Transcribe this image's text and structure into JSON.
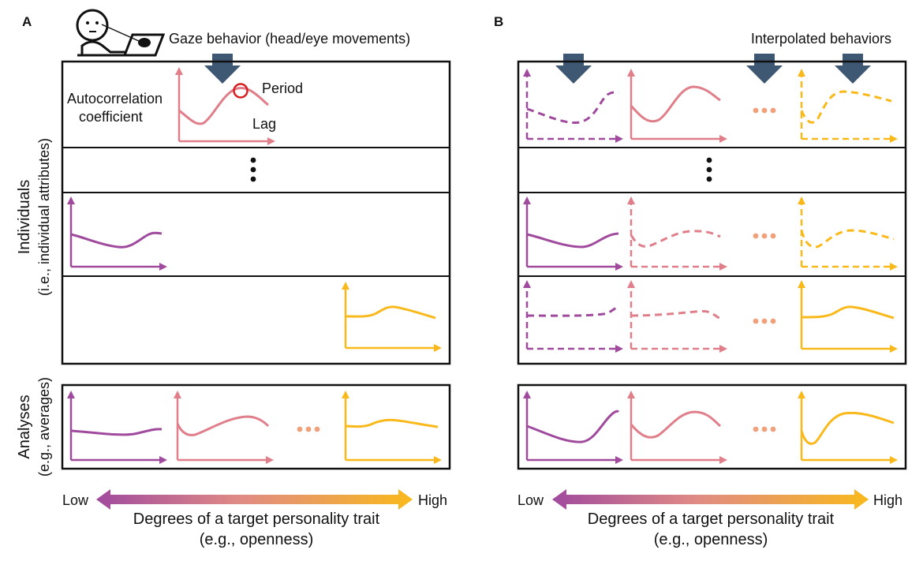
{
  "panels": {
    "a": {
      "letter": "A",
      "gaze_label": "Gaze behavior (head/eye movements)",
      "autocorr_label_line1": "Autocorrelation",
      "autocorr_label_line2": "coefficient",
      "period_label": "Period",
      "lag_label": "Lag",
      "rows": [
        {
          "curves": [
            {
              "level": "mid",
              "style": "solid",
              "shape": "wave"
            }
          ]
        },
        {
          "ellipsis": true
        },
        {
          "curves": [
            {
              "level": "low",
              "style": "solid",
              "shape": "flat_dip"
            }
          ]
        },
        {
          "curves": [
            {
              "level": "high",
              "style": "solid",
              "shape": "hump"
            }
          ]
        }
      ],
      "analysis_row": [
        "low",
        "mid",
        "high"
      ]
    },
    "b": {
      "letter": "B",
      "interp_label": "Interpolated behaviors",
      "rows": [
        {
          "curves": [
            {
              "level": "low",
              "style": "dashed"
            },
            {
              "level": "mid",
              "style": "solid"
            },
            {
              "level": "high",
              "style": "dashed"
            }
          ]
        },
        {
          "ellipsis": true
        },
        {
          "curves": [
            {
              "level": "low",
              "style": "solid"
            },
            {
              "level": "mid",
              "style": "dashed"
            },
            {
              "level": "high",
              "style": "dashed"
            }
          ]
        },
        {
          "curves": [
            {
              "level": "low",
              "style": "dashed"
            },
            {
              "level": "mid",
              "style": "dashed"
            },
            {
              "level": "high",
              "style": "solid"
            }
          ]
        }
      ],
      "analysis_row": [
        "low",
        "mid",
        "high"
      ]
    }
  },
  "row_labels": {
    "individuals_line1": "Individuals",
    "individuals_line2": "(i.e., individual attributes)",
    "analyses_line1": "Analyses",
    "analyses_line2": "(e.g., averages)"
  },
  "trait_axis": {
    "low": "Low",
    "high": "High",
    "title_line1": "Degrees of a target personality trait",
    "title_line2": "(e.g., openness)"
  },
  "colors": {
    "low": "#a04a9e",
    "mid": "#e07e8a",
    "high": "#f9b91b",
    "dots": "#f2a07a",
    "arrow": "#3e5772",
    "marker": "#d6201f"
  },
  "icons": {
    "person": "person-at-screen-icon",
    "down_arrow": "down-arrow-icon"
  }
}
